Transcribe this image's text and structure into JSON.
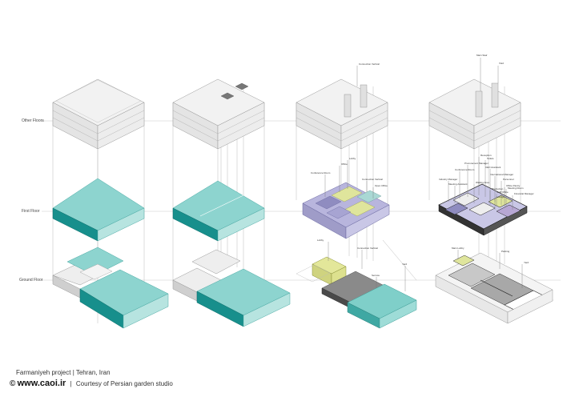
{
  "floors": {
    "other": "Other Floors",
    "first": "First Floor",
    "ground": "Ground Floor"
  },
  "callouts": {
    "col3": [
      "Connection Vertical",
      "Lobby",
      "Office",
      "Conference Room",
      "Connection Vertical",
      "Open Office",
      "Lobby",
      "Connection Vertical",
      "Service",
      "Yard"
    ],
    "col4": [
      "Main Stair",
      "Void",
      "Reception",
      "Toilets",
      "Procurement Manager",
      "Conference Room",
      "CEO Assistant",
      "International Manager",
      "Industry Manager",
      "Meeting Assistant",
      "Waiting Area",
      "Personnel",
      "Office Pantry",
      "Production",
      "Staff Office",
      "Meeting Room",
      "Financial Manager",
      "Lounge",
      "Main Lobby",
      "Parking",
      "Yard"
    ]
  },
  "caption": {
    "project": "Farmaniyeh project | Tehran, Iran",
    "copyright_symbol": "©",
    "site": "www.caoi.ir",
    "separator": "|",
    "credit": "Courtesy of Persian garden studio"
  },
  "colors": {
    "teal": "#7fcfc9",
    "teal_dark": "#178f8c",
    "grey_box": "#e9e9e9",
    "lavender": "#b8b5dd",
    "yellow_green": "#dfe59c",
    "dark_grey": "#5a5a5a"
  }
}
